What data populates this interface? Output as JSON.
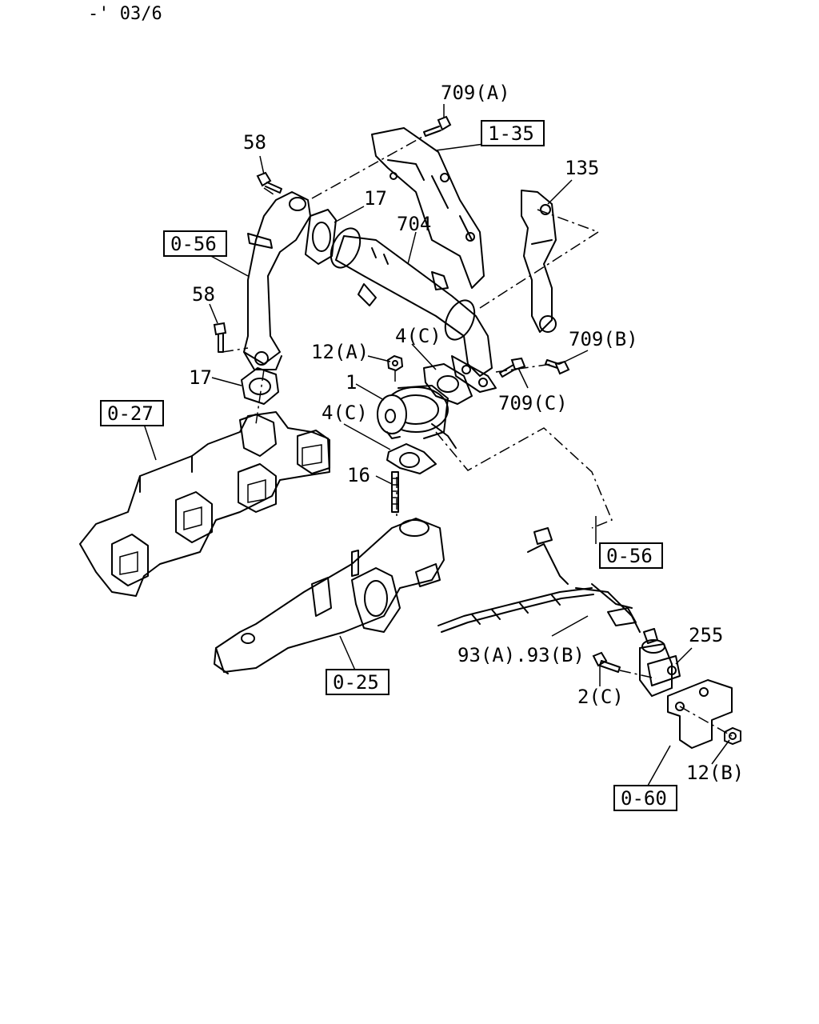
{
  "header": {
    "revision": "-' 03/6"
  },
  "callouts": {
    "c709A": "709(A)",
    "c58a": "58",
    "c135": "135",
    "c17a": "17",
    "c704": "704",
    "c58b": "58",
    "c12A": "12(A)",
    "c4Ca": "4(C)",
    "c709B": "709(B)",
    "c17b": "17",
    "c1": "1",
    "c709C": "709(C)",
    "c4Cb": "4(C)",
    "c16": "16",
    "c93": "93(A).93(B)",
    "c255": "255",
    "c2C": "2(C)",
    "c12B": "12(B)"
  },
  "references": {
    "r135": "1-35",
    "r056a": "0-56",
    "r027": "0-27",
    "r056b": "0-56",
    "r025": "0-25",
    "r060": "0-60"
  }
}
